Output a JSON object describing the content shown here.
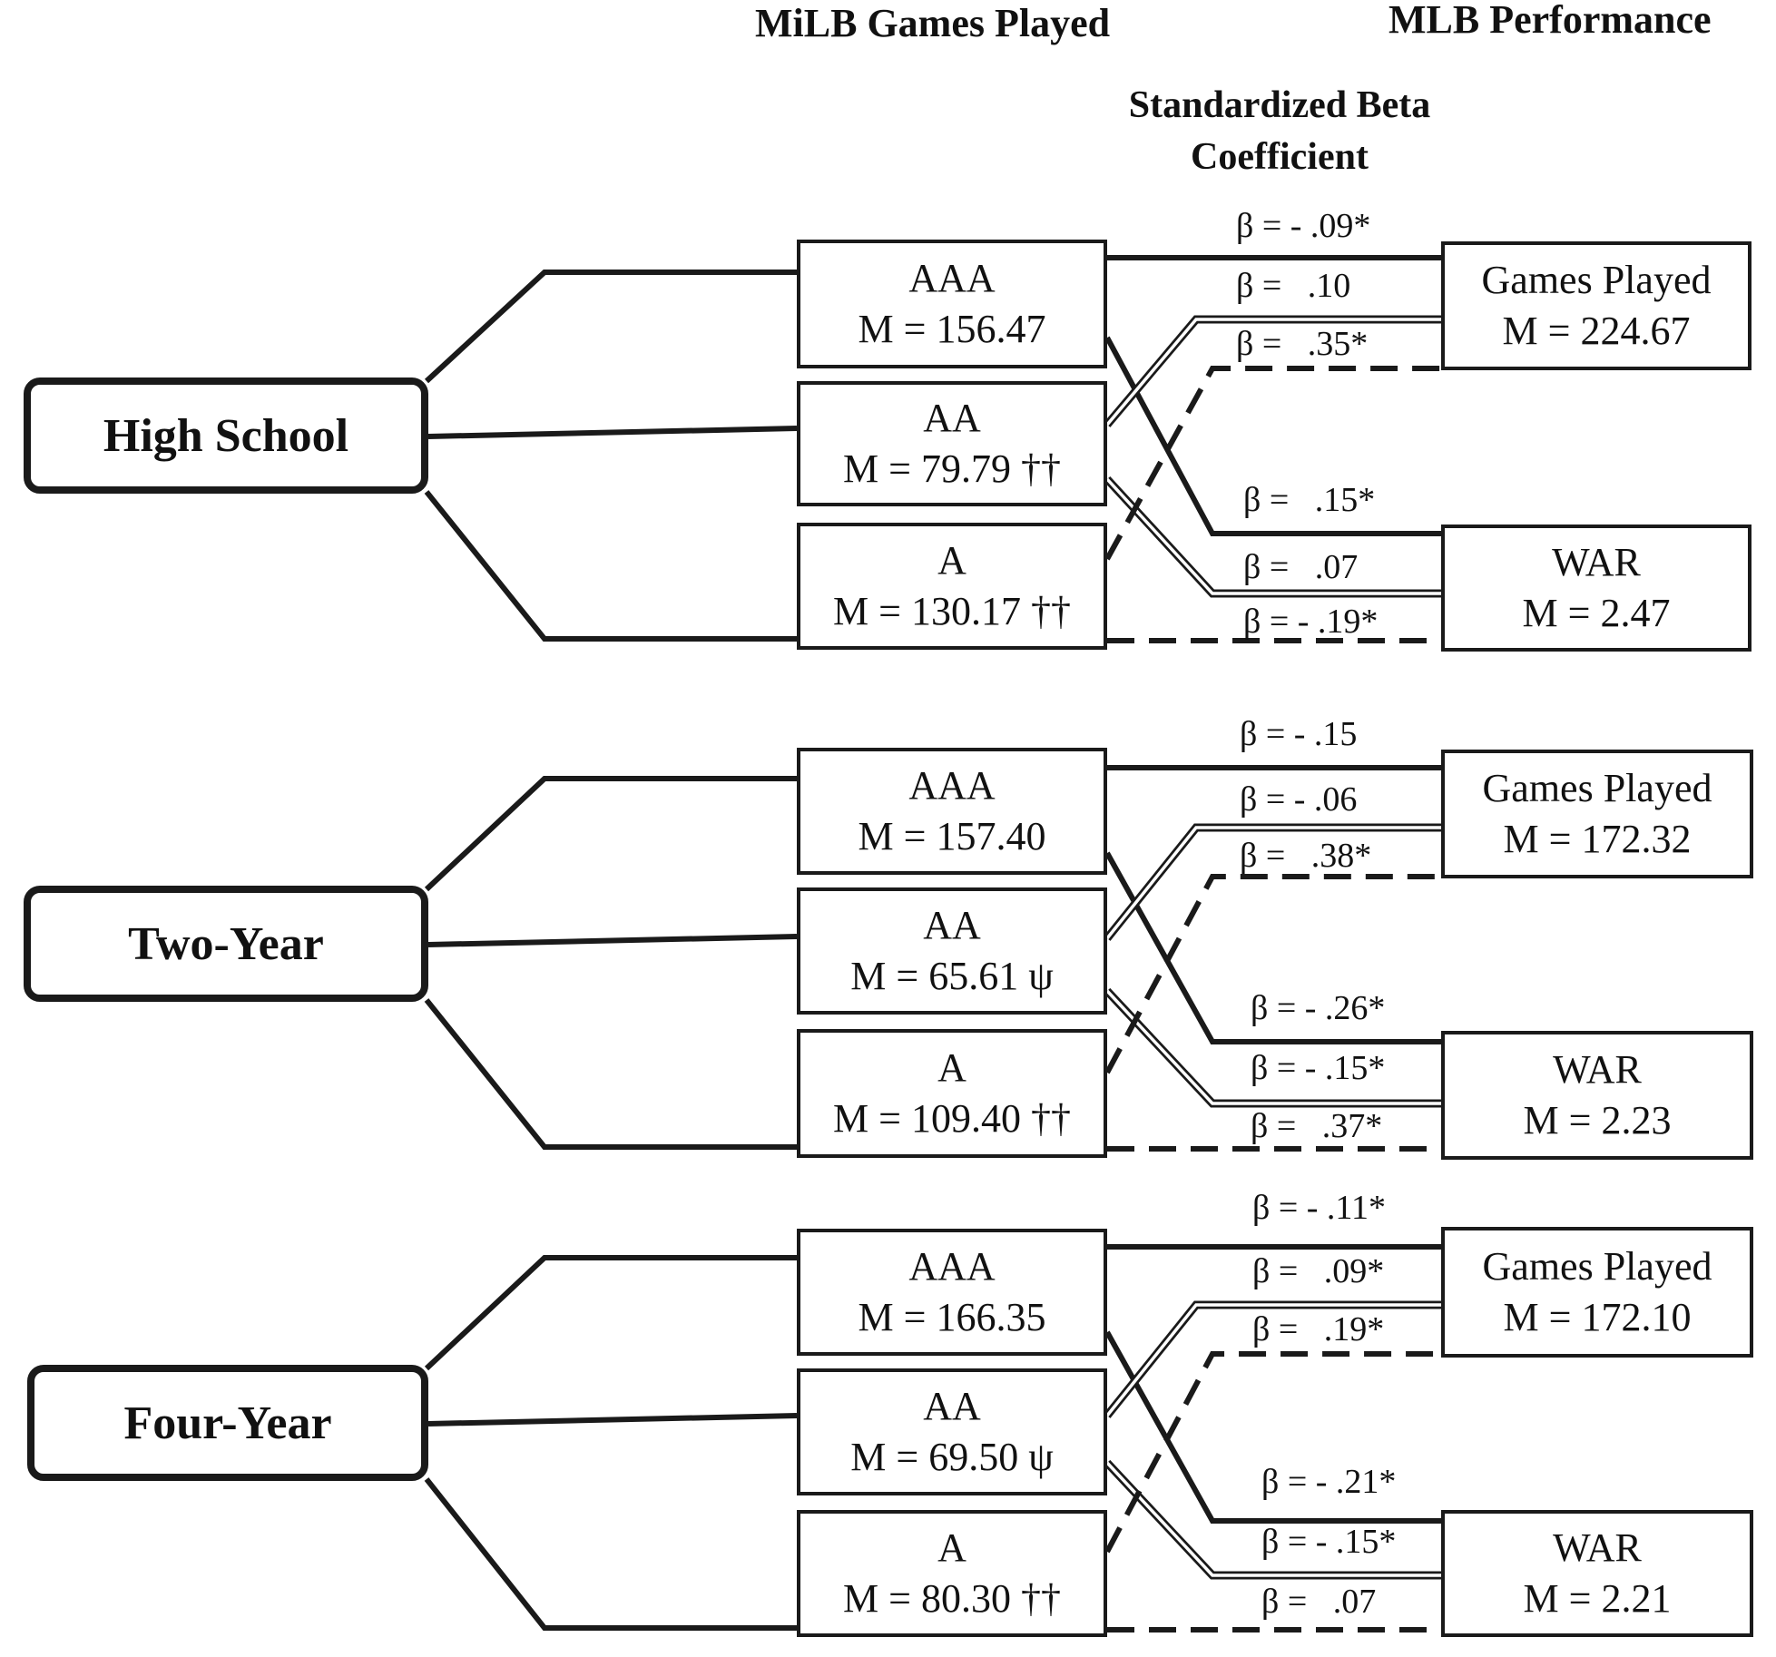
{
  "headers": {
    "milb": "MiLB Games Played",
    "mlb": "MLB Performance",
    "beta_title_line1": "Standardized Beta",
    "beta_title_line2": "Coefficient"
  },
  "groups": [
    {
      "name": "High School",
      "aaa": {
        "label": "AAA",
        "mean": "M = 156.47"
      },
      "aa": {
        "label": "AA",
        "mean": "M = 79.79 ††"
      },
      "a": {
        "label": "A",
        "mean": "M = 130.17 ††"
      },
      "games_played": {
        "label": "Games Played",
        "mean": "M = 224.67"
      },
      "war": {
        "label": "WAR",
        "mean": "M = 2.47"
      },
      "betas": {
        "aaa_games": "β = - .09*",
        "aa_games": "β =   .10",
        "a_games": "β =   .35*",
        "aaa_war": "β =   .15*",
        "aa_war": "β =   .07",
        "a_war": "β = - .19*"
      }
    },
    {
      "name": "Two-Year",
      "aaa": {
        "label": "AAA",
        "mean": "M = 157.40"
      },
      "aa": {
        "label": "AA",
        "mean": "M = 65.61 ψ"
      },
      "a": {
        "label": "A",
        "mean": "M = 109.40 ††"
      },
      "games_played": {
        "label": "Games Played",
        "mean": "M = 172.32"
      },
      "war": {
        "label": "WAR",
        "mean": "M = 2.23"
      },
      "betas": {
        "aaa_games": "β = - .15",
        "aa_games": "β = - .06",
        "a_games": "β =   .38*",
        "aaa_war": "β = - .26*",
        "aa_war": "β = - .15*",
        "a_war": "β =   .37*"
      }
    },
    {
      "name": "Four-Year",
      "aaa": {
        "label": "AAA",
        "mean": "M = 166.35"
      },
      "aa": {
        "label": "AA",
        "mean": "M = 69.50 ψ"
      },
      "a": {
        "label": "A",
        "mean": "M = 80.30 ††"
      },
      "games_played": {
        "label": "Games Played",
        "mean": "M = 172.10"
      },
      "war": {
        "label": "WAR",
        "mean": "M = 2.21"
      },
      "betas": {
        "aaa_games": "β = - .11*",
        "aa_games": "β =   .09*",
        "a_games": "β =   .19*",
        "aaa_war": "β = - .21*",
        "aa_war": "β = - .15*",
        "a_war": "β =   .07"
      }
    }
  ],
  "line_styles": {
    "aaa": "solid-thick",
    "aa": "double",
    "a": "dashed"
  }
}
